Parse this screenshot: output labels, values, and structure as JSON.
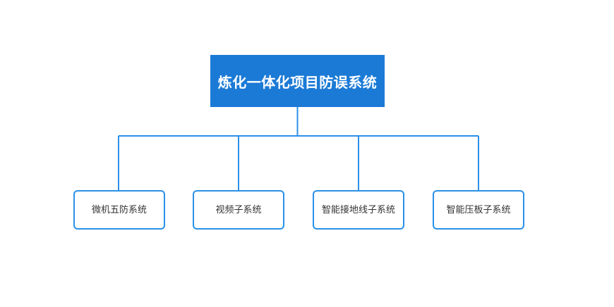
{
  "diagram": {
    "type": "org-chart",
    "background_color": "#FFFFFF",
    "root_fill_color": "#1B7AD6",
    "root_text_color": "#FFFFFF",
    "connector_color": "#2B90E8",
    "child_border_color": "#2B90E8",
    "child_fill_color": "#FFFFFF",
    "child_text_color": "#333333",
    "root": {
      "label": "炼化一体化项目防误系统"
    },
    "children": [
      {
        "label": "微机五防系统"
      },
      {
        "label": "视频子系统"
      },
      {
        "label": "智能接地线子系统"
      },
      {
        "label": "智能压板子系统"
      }
    ]
  }
}
